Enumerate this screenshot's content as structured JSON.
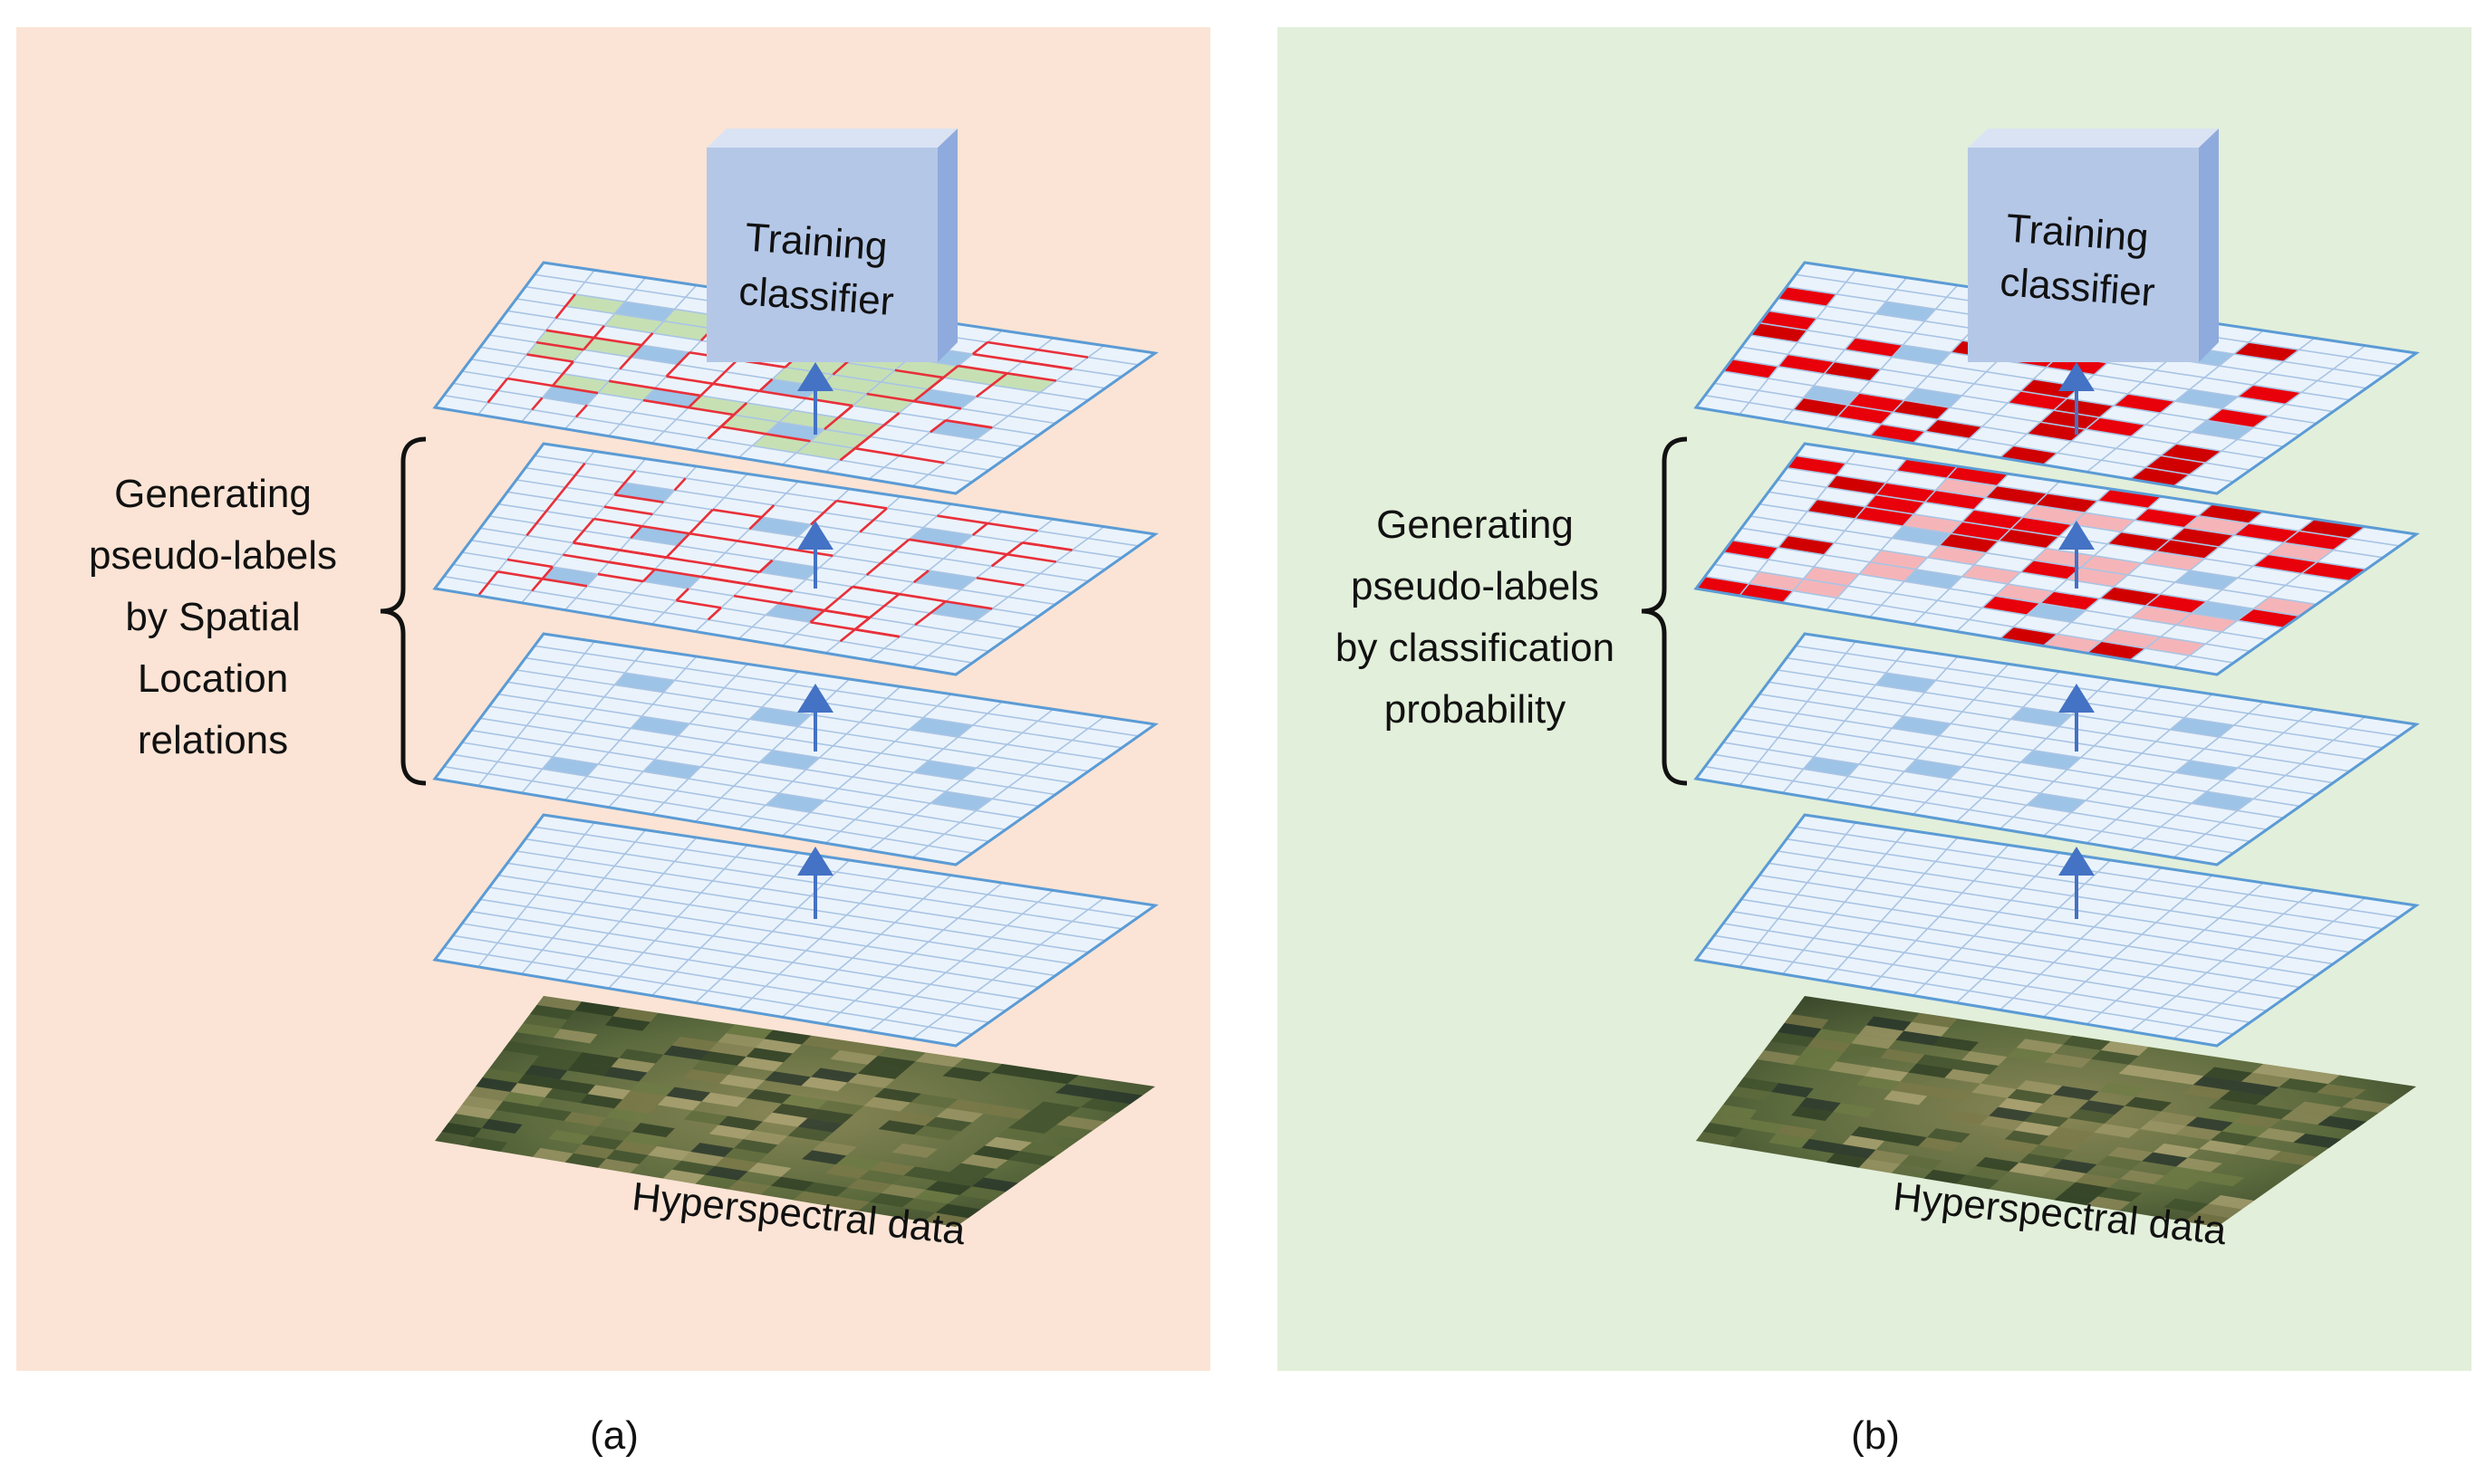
{
  "panels": [
    {
      "id": "a",
      "background": "#fbe4d5",
      "classifier_label": [
        "Training",
        "classifier"
      ],
      "brace_label": [
        "Generating",
        "pseudo-labels",
        "by Spatial",
        "Location",
        "relations"
      ],
      "data_label": "Hyperspectral data",
      "caption": "(a)"
    },
    {
      "id": "b",
      "background": "#e2efda",
      "classifier_label": [
        "Training",
        "classifier"
      ],
      "brace_label": [
        "Generating",
        "pseudo-labels",
        "by classification",
        "probability"
      ],
      "data_label": "Hyperspectral data",
      "caption": "(b)"
    }
  ],
  "colors": {
    "grid_fill": "#eaf3fb",
    "grid_line": "#a9c4e4",
    "grid_border": "#5b9bd5",
    "labeled_cell": "#9dc3e6",
    "region_fill": "#c6e0b4",
    "path_line": "#e8303a",
    "strong_red": "#d00000",
    "light_red": "#f5b5b8",
    "arrow": "#4472c4",
    "box_front": "#b4c7e7",
    "box_side": "#8faadc",
    "box_top": "#dae3f3"
  }
}
